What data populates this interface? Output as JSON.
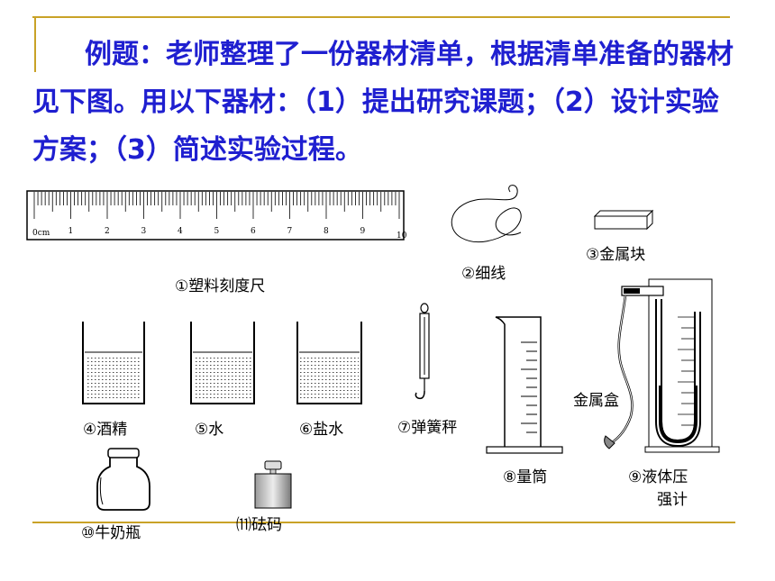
{
  "problem_text": "例题：老师整理了一份器材清单，根据清单准备的器材见下图。用以下器材：（1）提出研究课题；（2）设计实验方案；（3）简述实验过程。",
  "ruler": {
    "unit_label": "0cm",
    "ticks": [
      "1",
      "2",
      "3",
      "4",
      "5",
      "6",
      "7",
      "8",
      "9",
      "10"
    ]
  },
  "items": {
    "ruler": "①塑料刻度尺",
    "thread": "②细线",
    "metal_block": "③金属块",
    "alcohol": "④酒精",
    "water": "⑤水",
    "salt_water": "⑥盐水",
    "spring_scale": "⑦弹簧秤",
    "cylinder": "⑧量筒",
    "pressure_gauge_line1": "⑨液体压",
    "pressure_gauge_line2": "强计",
    "milk_bottle": "⑩牛奶瓶",
    "weight": "⑾砝码",
    "metal_box": "金属盒"
  },
  "colors": {
    "text_blue": "#1f1fd0",
    "accent_gold": "#c9a227"
  }
}
